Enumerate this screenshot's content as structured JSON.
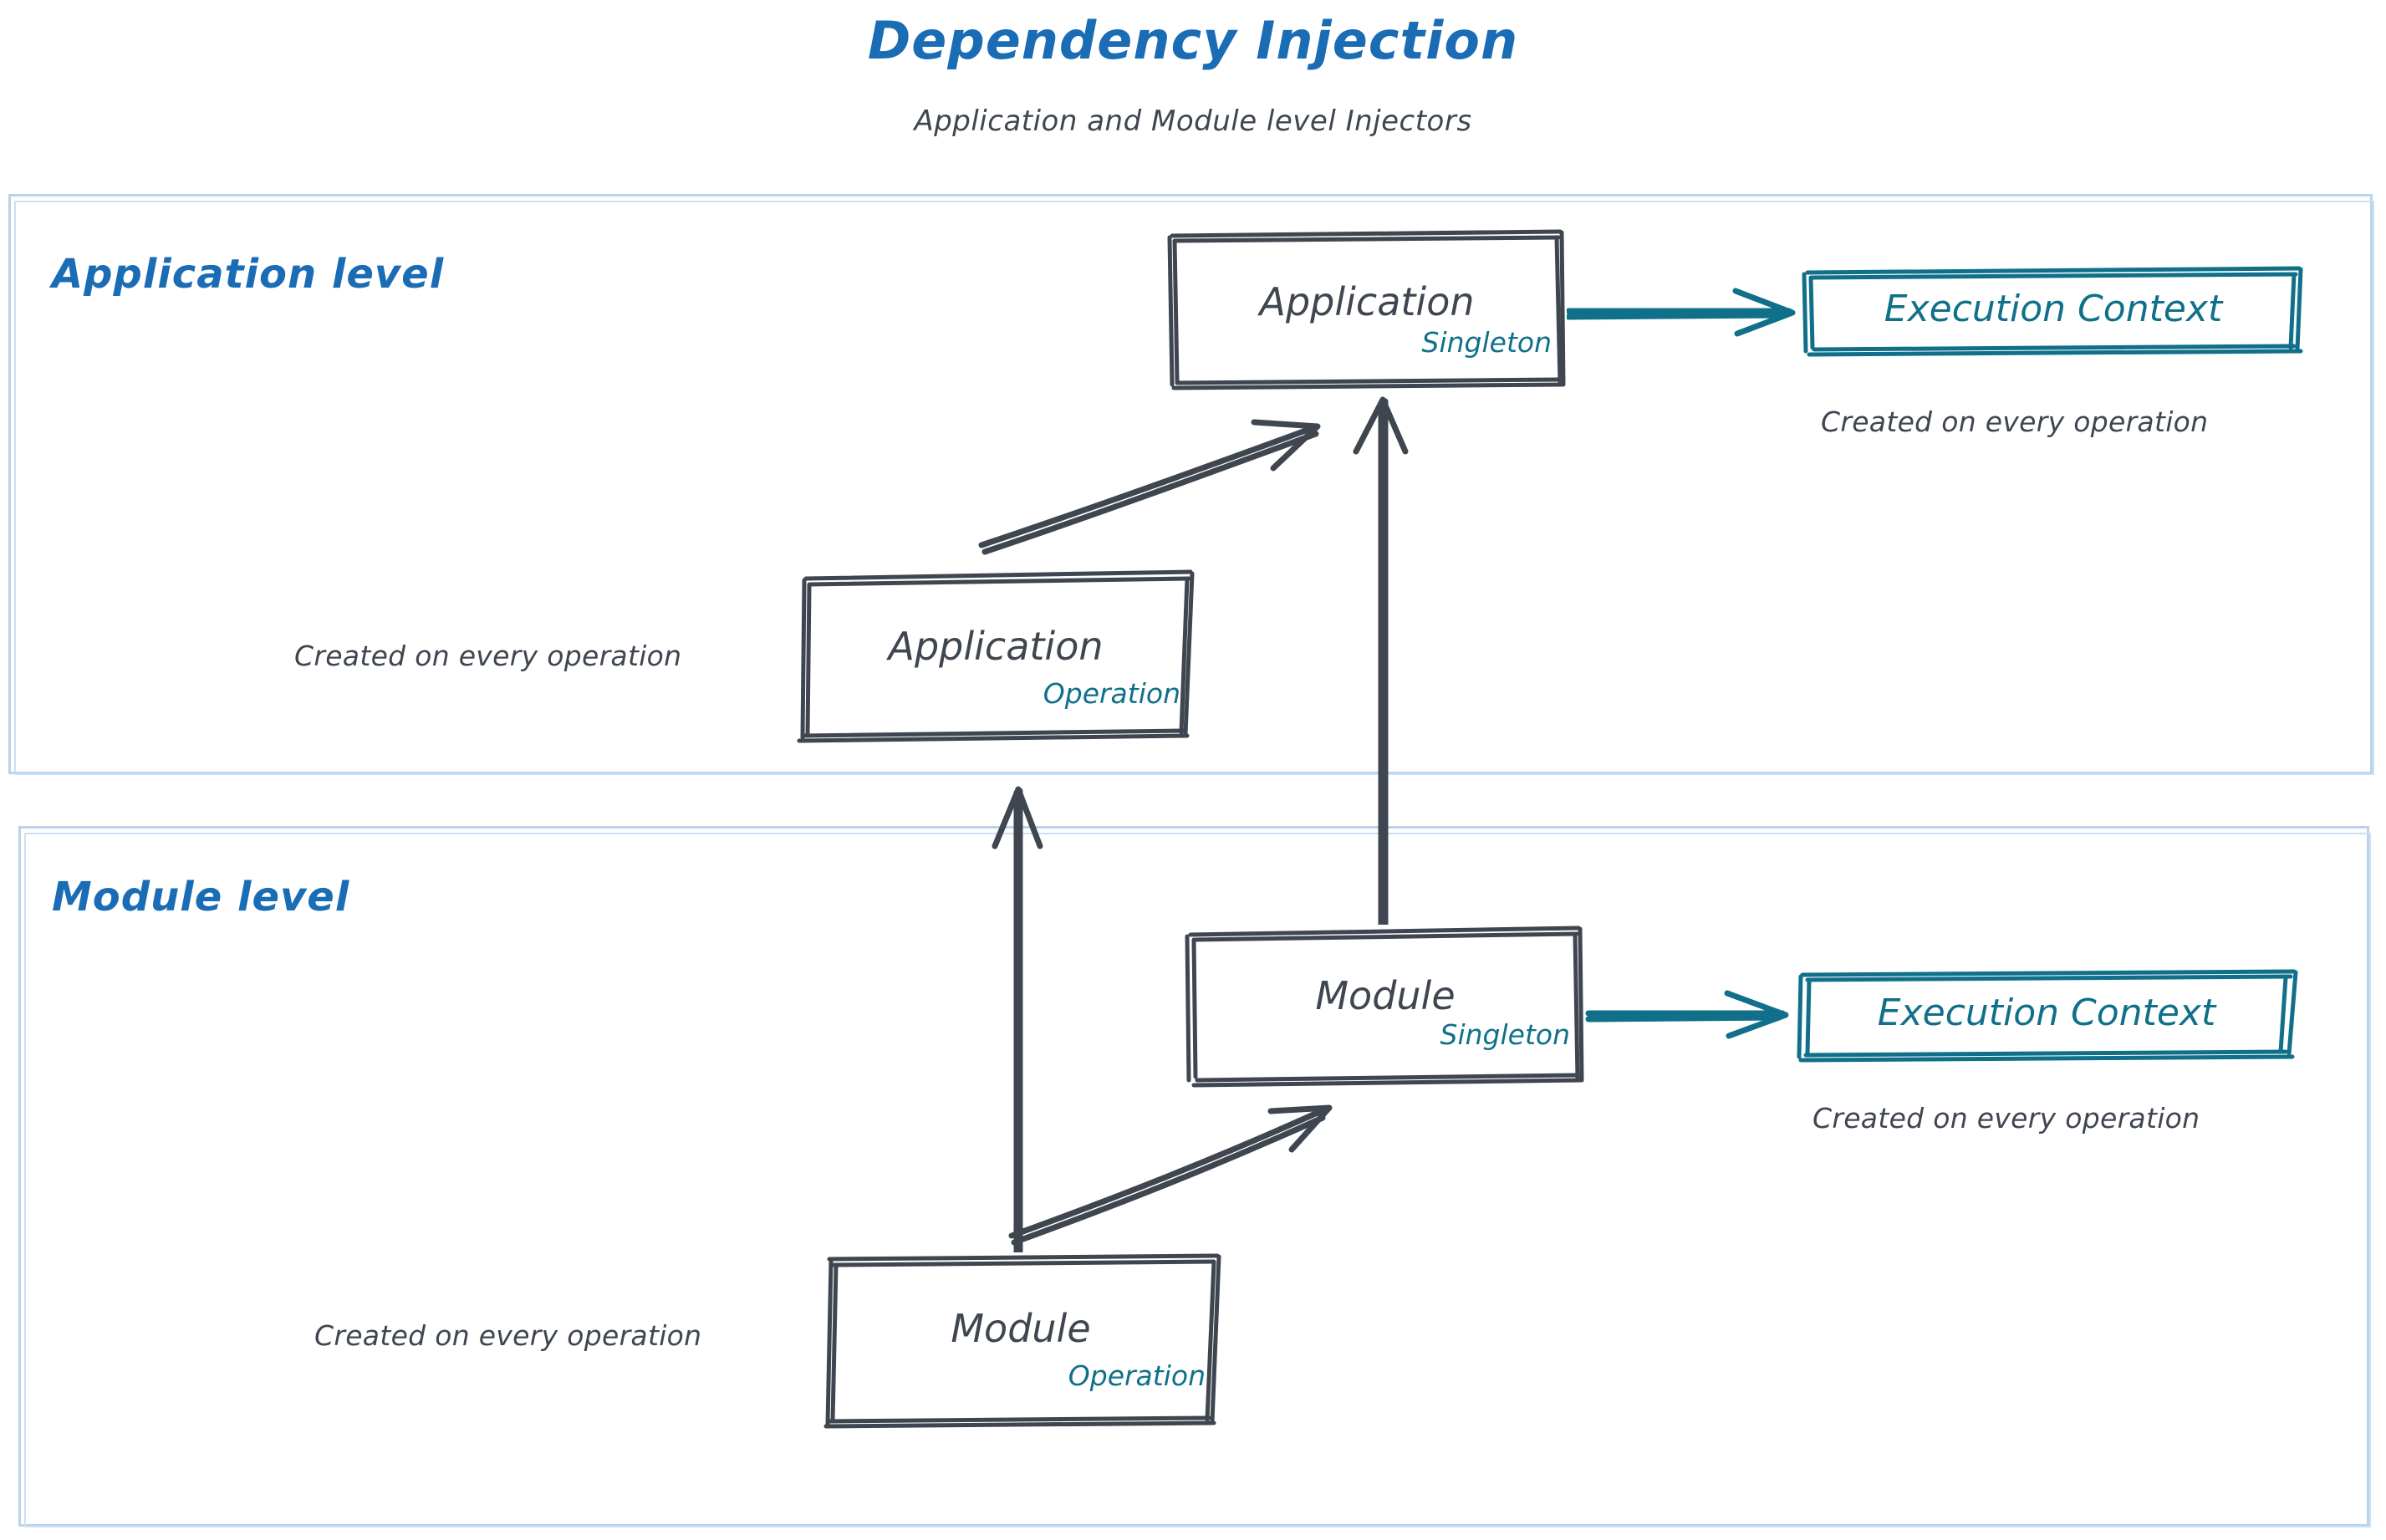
{
  "header": {
    "title": "Dependency Injection",
    "subtitle": "Application and Module level Injectors",
    "title_color": "#1a6cb5",
    "subtitle_color": "#3f4650"
  },
  "colors": {
    "title_blue": "#1a6cb5",
    "container_border": "#bad2ec",
    "node_stroke": "#3f4650",
    "accent_teal": "#10708a",
    "background": "#ffffff"
  },
  "levels": [
    {
      "id": "application",
      "label": "Application level"
    },
    {
      "id": "module",
      "label": "Module level"
    }
  ],
  "nodes": {
    "app_singleton": {
      "label": "Application",
      "scope": "Singleton"
    },
    "app_operation": {
      "label": "Application",
      "scope": "Operation"
    },
    "mod_singleton": {
      "label": "Module",
      "scope": "Singleton"
    },
    "mod_operation": {
      "label": "Module",
      "scope": "Operation"
    },
    "execution_context_top": {
      "label": "Execution Context"
    },
    "execution_context_bottom": {
      "label": "Execution Context"
    }
  },
  "captions": {
    "ec_top": "Created on every operation",
    "ec_bottom": "Created on every operation",
    "app_operation": "Created on every operation",
    "mod_operation": "Created on every operation"
  },
  "edges": [
    {
      "from": "app_operation",
      "to": "app_singleton",
      "style": "solid-arrow",
      "color": "#3f4650"
    },
    {
      "from": "mod_singleton",
      "to": "app_singleton",
      "style": "solid-arrow",
      "color": "#3f4650"
    },
    {
      "from": "app_singleton",
      "to": "execution_context_top",
      "style": "solid-arrow",
      "color": "#10708a"
    },
    {
      "from": "mod_operation",
      "to": "mod_singleton",
      "style": "solid-arrow",
      "color": "#3f4650"
    },
    {
      "from": "mod_operation",
      "to": "app_operation",
      "style": "solid-arrow",
      "color": "#3f4650"
    },
    {
      "from": "mod_singleton",
      "to": "execution_context_bottom",
      "style": "solid-arrow",
      "color": "#10708a"
    }
  ]
}
